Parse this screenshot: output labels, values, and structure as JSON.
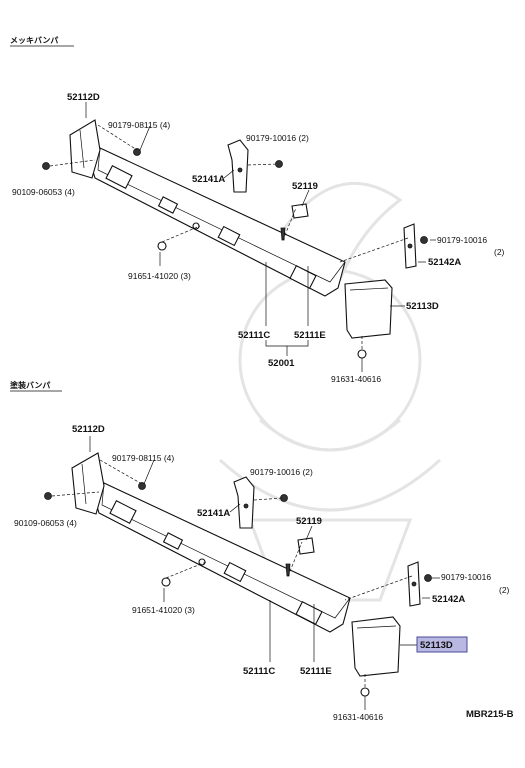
{
  "sections": {
    "chrome": "メッキバンパ",
    "painted": "塗装バンパ"
  },
  "top": {
    "labels": {
      "p52112D": "52112D",
      "p90179_08115": "90179-08115 (4)",
      "p90179_10016_a": "90179-10016 (2)",
      "p90109": "90109-06053 (4)",
      "p52141A": "52141A",
      "p52119": "52119",
      "p91651": "91651-41020 (3)",
      "p90179_10016_b": "90179-10016",
      "p2": "(2)",
      "p52142A": "52142A",
      "p52113D": "52113D",
      "p52111C": "52111C",
      "p52111E": "52111E",
      "p52001": "52001",
      "p91631": "91631-40616"
    }
  },
  "bottom": {
    "labels": {
      "p52112D": "52112D",
      "p90179_08115": "90179-08115 (4)",
      "p90179_10016_a": "90179-10016 (2)",
      "p90109": "90109-06053 (4)",
      "p52141A": "52141A",
      "p52119": "52119",
      "p91651": "91651-41020 (3)",
      "p90179_10016_b": "90179-10016",
      "p2": "(2)",
      "p52142A": "52142A",
      "p52113D": "52113D",
      "p52111C": "52111C",
      "p52111E": "52111E",
      "p91631": "91631-40616"
    }
  },
  "footer": {
    "code": "MBR215-B"
  },
  "highlight_color": "#b9b8e3"
}
